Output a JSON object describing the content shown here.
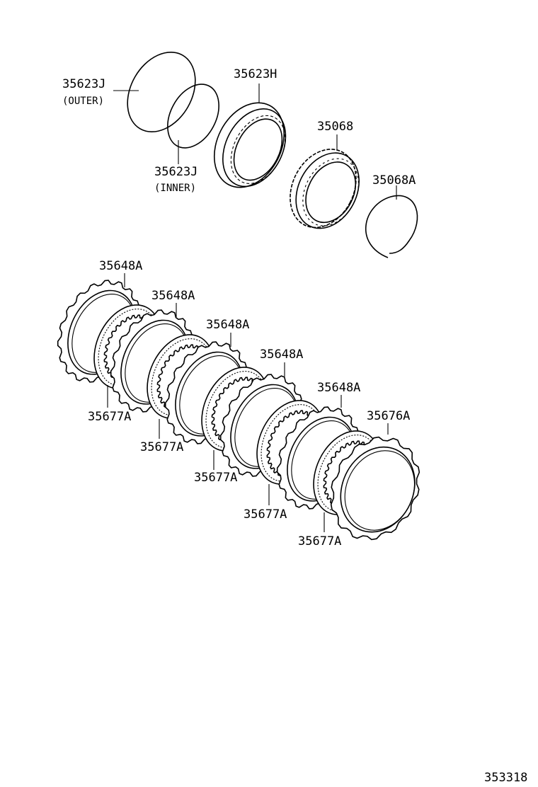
{
  "labels": {
    "snap_ring_outer": "35623J",
    "outer_note": "(OUTER)",
    "snap_ring_inner": "35623J",
    "inner_note": "(INNER)",
    "one_way_clutch_outer_race": "35623H",
    "one_way_clutch": "35068",
    "snap_ring": "35068A",
    "clutch_plate": "35648A",
    "clutch_disc": "35677A",
    "flange": "35676A"
  },
  "diagram_id": "353318"
}
